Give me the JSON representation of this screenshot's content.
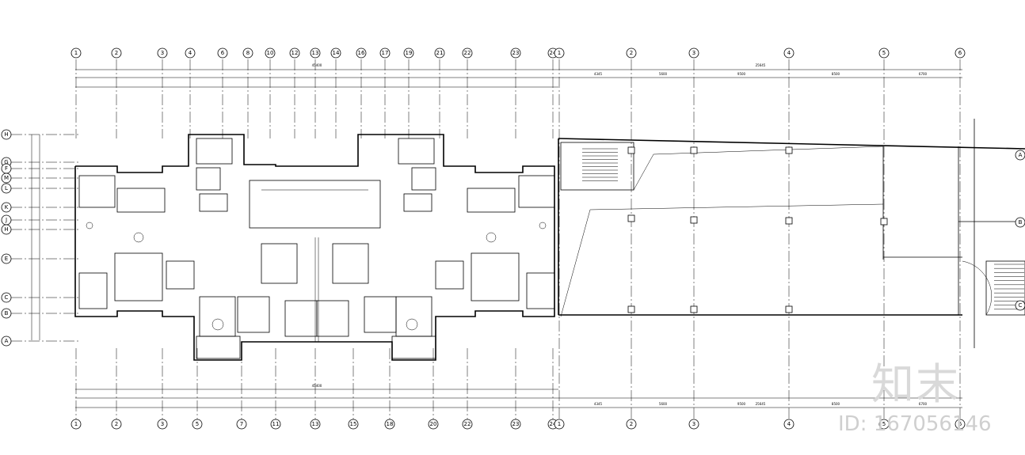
{
  "grid_axes": {
    "top": [
      {
        "label": "1"
      },
      {
        "label": "2"
      },
      {
        "label": "3"
      },
      {
        "label": "4"
      },
      {
        "label": "6"
      },
      {
        "label": "8"
      },
      {
        "label": "10"
      },
      {
        "label": "12"
      },
      {
        "label": "13"
      },
      {
        "label": "14"
      },
      {
        "label": "16"
      },
      {
        "label": "17"
      },
      {
        "label": "19"
      },
      {
        "label": "21"
      },
      {
        "label": "22"
      },
      {
        "label": "23"
      },
      {
        "label": "24"
      }
    ],
    "bottom": [
      {
        "label": "1"
      },
      {
        "label": "2"
      },
      {
        "label": "3"
      },
      {
        "label": "5"
      },
      {
        "label": "7"
      },
      {
        "label": "11"
      },
      {
        "label": "13"
      },
      {
        "label": "15"
      },
      {
        "label": "18"
      },
      {
        "label": "20"
      },
      {
        "label": "22"
      },
      {
        "label": "23"
      },
      {
        "label": "24"
      }
    ],
    "right_top": [
      {
        "label": "1"
      },
      {
        "label": "2"
      },
      {
        "label": "3"
      },
      {
        "label": "4"
      },
      {
        "label": "5"
      },
      {
        "label": "6"
      }
    ],
    "right_bottom": [
      {
        "label": "1"
      },
      {
        "label": "2"
      },
      {
        "label": "3"
      },
      {
        "label": "4"
      },
      {
        "label": "5"
      },
      {
        "label": "6"
      }
    ],
    "rows": [
      {
        "label": "H"
      },
      {
        "label": "G"
      },
      {
        "label": "F"
      },
      {
        "label": "M"
      },
      {
        "label": "L"
      },
      {
        "label": "K"
      },
      {
        "label": "J"
      },
      {
        "label": "H"
      },
      {
        "label": "E"
      },
      {
        "label": "C"
      },
      {
        "label": "B"
      },
      {
        "label": "A"
      }
    ],
    "right_rows": [
      {
        "label": "A"
      },
      {
        "label": "B"
      },
      {
        "label": "C"
      }
    ]
  },
  "dimensions": {
    "top_total": "45400",
    "bottom_total": "45400",
    "right_total": "25645",
    "right_segments": [
      "4345",
      "5600",
      "9500",
      "8500",
      "6700"
    ]
  },
  "watermark": {
    "brand": "知末",
    "id_text": "ID: 167056146"
  }
}
